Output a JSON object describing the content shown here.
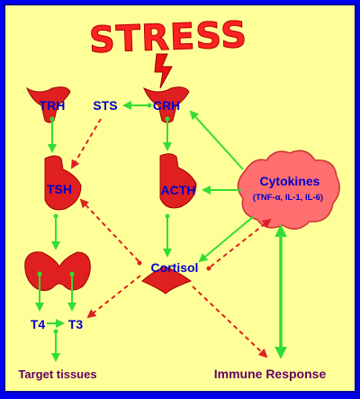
{
  "title": "STRESS",
  "labels": {
    "trh": "TRH",
    "sts": "STS",
    "crh": "CRH",
    "tsh": "TSH",
    "acth": "ACTH",
    "cytokines": "Cytokines",
    "cytokines_sub": "(TNF-α, IL-1, IL-6)",
    "cortisol": "Cortisol",
    "t4": "T4",
    "t3": "T3",
    "target_tissues": "Target tissues",
    "immune_response": "Immune Response"
  },
  "colors": {
    "frame": "#0000ee",
    "background": "#ffff99",
    "organ": "#e02020",
    "cytokine_fill": "#ff6f6f",
    "stimulate_arrow": "#33dd33",
    "inhibit_arrow": "#dd2020",
    "label_text": "#0000cc",
    "bottom_label_text": "#660066"
  },
  "icons": {
    "lightning": "lightning-bolt-icon",
    "solid_arrow": "stimulation-arrow",
    "dashed_arrow": "inhibition-arrow"
  }
}
